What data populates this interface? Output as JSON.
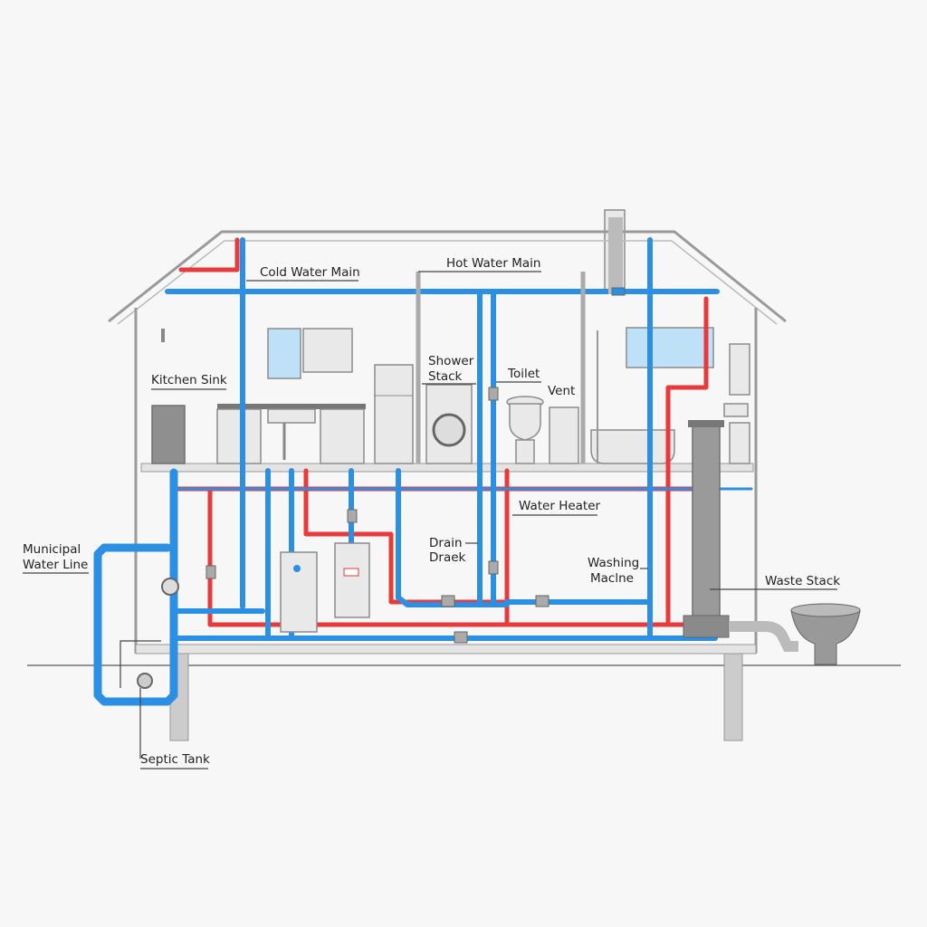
{
  "labels": {
    "cold_water_main": "Cold Water Main",
    "hot_water_main": "Hot Water Main",
    "kitchen_sink": "Kitchen Sink",
    "shower_stack_1": "Shower",
    "shower_stack_2": "Stack",
    "toilet": "Toilet",
    "vent": "Vent",
    "water_heater": "Water Heater",
    "drain_1": "Drain",
    "drain_2": "Draek",
    "washing_1": "Washing",
    "washing_2": "Maclne",
    "waste_stack": "Waste Stack",
    "municipal_1": "Municipal",
    "municipal_2": "Water Line",
    "septic_tank": "Septic Tank"
  },
  "colors": {
    "cold_pipe": "#2b8fe3",
    "hot_pipe": "#e8393b",
    "drain_pipe": "#9a9a9a",
    "background": "#f7f7f7"
  }
}
